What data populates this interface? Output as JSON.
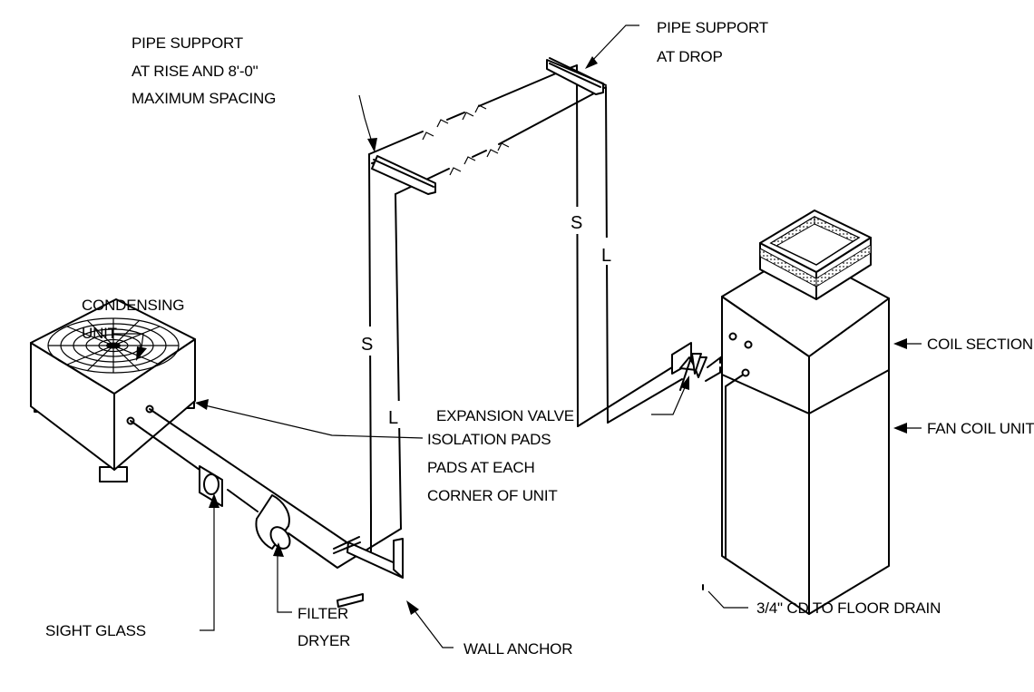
{
  "labels": {
    "pipe_support_rise": [
      "PIPE SUPPORT",
      "AT RISE AND 8'-0\"",
      "MAXIMUM SPACING"
    ],
    "pipe_support_drop": [
      "PIPE SUPPORT",
      "AT DROP"
    ],
    "condensing_unit": [
      "CONDENSING",
      "UNIT"
    ],
    "coil_section": "COIL SECTION",
    "fan_coil_unit": "FAN COIL UNIT",
    "expansion_valve": "EXPANSION VALVE",
    "isolation_pads": [
      "ISOLATION PADS",
      "PADS AT EACH",
      "CORNER OF UNIT"
    ],
    "condensate_drain": "3/4\" CD TO FLOOR DRAIN",
    "sight_glass": "SIGHT GLASS",
    "filter_dryer": [
      "FILTER",
      "DRYER"
    ],
    "wall_anchor": "WALL ANCHOR"
  },
  "pipe_labels": {
    "suction": "S",
    "liquid": "L"
  },
  "colors": {
    "line": "#000000",
    "background": "#ffffff",
    "grille_fill": "#bbbbbb"
  }
}
